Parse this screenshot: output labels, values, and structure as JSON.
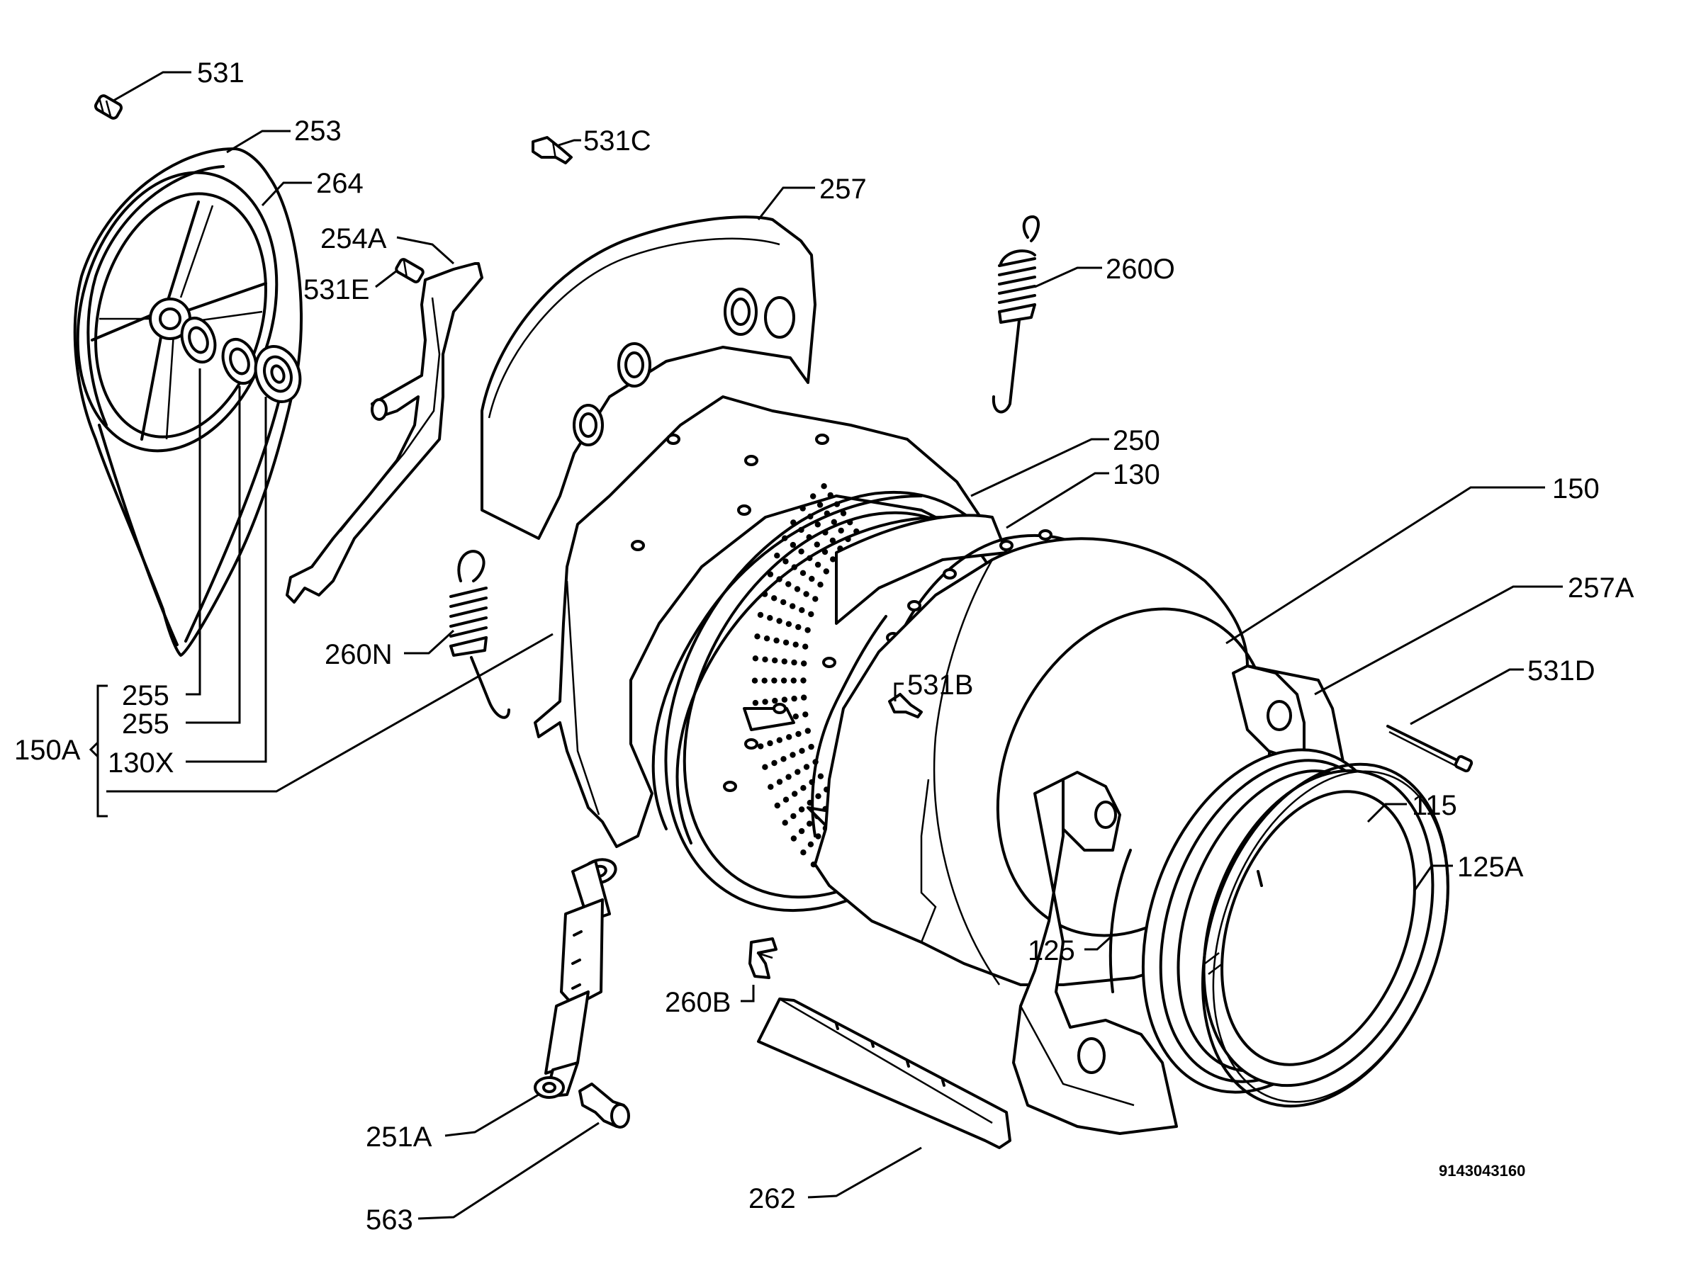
{
  "labels": {
    "p531": "531",
    "p253": "253",
    "p264": "264",
    "p531c": "531C",
    "p257": "257",
    "p254a": "254A",
    "p531e": "531E",
    "p260o": "260O",
    "p250": "250",
    "p130": "130",
    "p150": "150",
    "p257a": "257A",
    "p531d": "531D",
    "p531b": "531B",
    "p260n": "260N",
    "p255a": "255",
    "p255b": "255",
    "p150a": "150A",
    "p130x": "130X",
    "p115": "115",
    "p125a": "125A",
    "p125": "125",
    "p260b": "260B",
    "p251a": "251A",
    "p563": "563",
    "p262": "262"
  },
  "drawing_ref": "9143043160",
  "colors": {
    "ink": "#000000",
    "paper": "#ffffff"
  }
}
